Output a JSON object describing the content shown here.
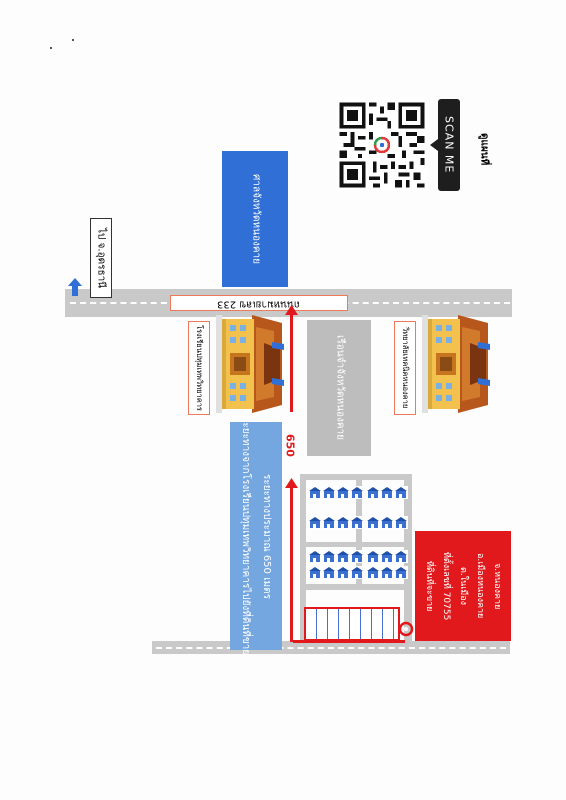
{
  "direction_sign": {
    "label": "ไป จ.อุดรธานี"
  },
  "main_road": {
    "label": "ถนนหมายเลข 233"
  },
  "blue_building": {
    "label": "ศาลจังหวัดหนองคาย"
  },
  "temple_left": {
    "label": "โรงเรียนปทุมเทพวิทยาคาร"
  },
  "temple_right": {
    "label": "วิทยาลัยเทคนิคหนองคาย"
  },
  "grey_building": {
    "label": "เรือนจำจังหวัดหนองคาย"
  },
  "distance": {
    "label": "650"
  },
  "info_box": {
    "line1": "ระยะทางจากโรงเรียนปทุมเทพวิทยาคารไปยังที่ดินที่ขาย",
    "line2": "ระยะทางประมาณ 650 เมตร"
  },
  "red_box": {
    "lines": [
      "ที่ดินที่จะขาย",
      "ที่ตั้งเลขที่ 70755",
      "ต.ในเมือง",
      "อ.เมืองหนองคาย",
      "จ.หนองคาย"
    ]
  },
  "qr": {
    "scan_label": "SCAN ME",
    "caption": "ดูแผนที่"
  },
  "colors": {
    "blue": "#2f6fd6",
    "light_blue": "#74a6e0",
    "red": "#e1191c",
    "grey": "#bdbdbd",
    "road": "#c9c9c9",
    "label_border": "#f07a57"
  }
}
